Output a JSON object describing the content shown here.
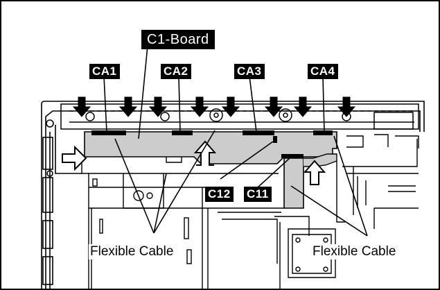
{
  "board_label": "C1-Board",
  "connectors": {
    "ca1": "CA1",
    "ca2": "CA2",
    "ca3": "CA3",
    "ca4": "CA4",
    "c11": "C11",
    "c12": "C12"
  },
  "captions": {
    "left_cable": "Flexible Cable",
    "right_cable": "Flexible Cable"
  }
}
